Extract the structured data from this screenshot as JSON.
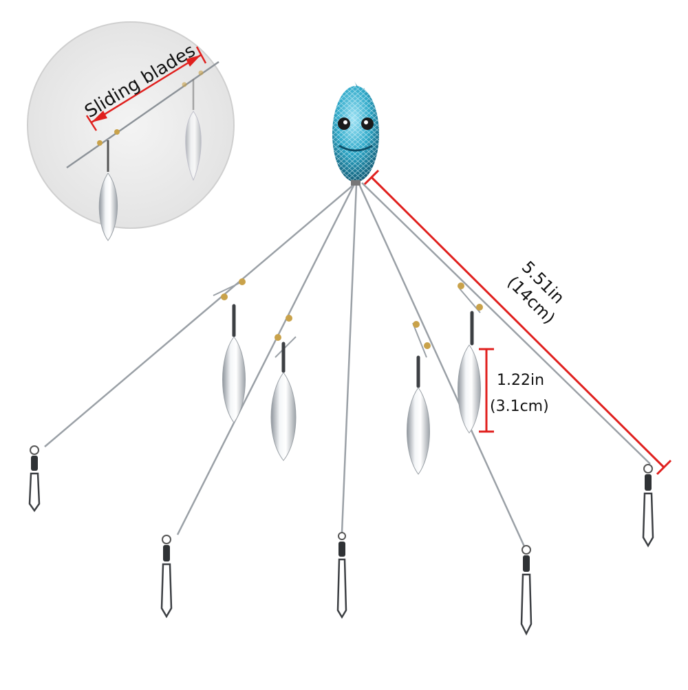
{
  "inset": {
    "label": "Sliding blades"
  },
  "dimensions": {
    "arm_length_in": "5.51in",
    "arm_length_cm": "(14cm)",
    "blade_length_in": "1.22in",
    "blade_length_cm": "(3.1cm)"
  },
  "colors": {
    "dimension_line": "#e0201e",
    "wire": "#9aa0a6",
    "head_blue": "#2fa9c9",
    "blade_silver": "#d9dce0",
    "inset_bg": "#ececec",
    "bead_gold": "#c9a24a"
  }
}
